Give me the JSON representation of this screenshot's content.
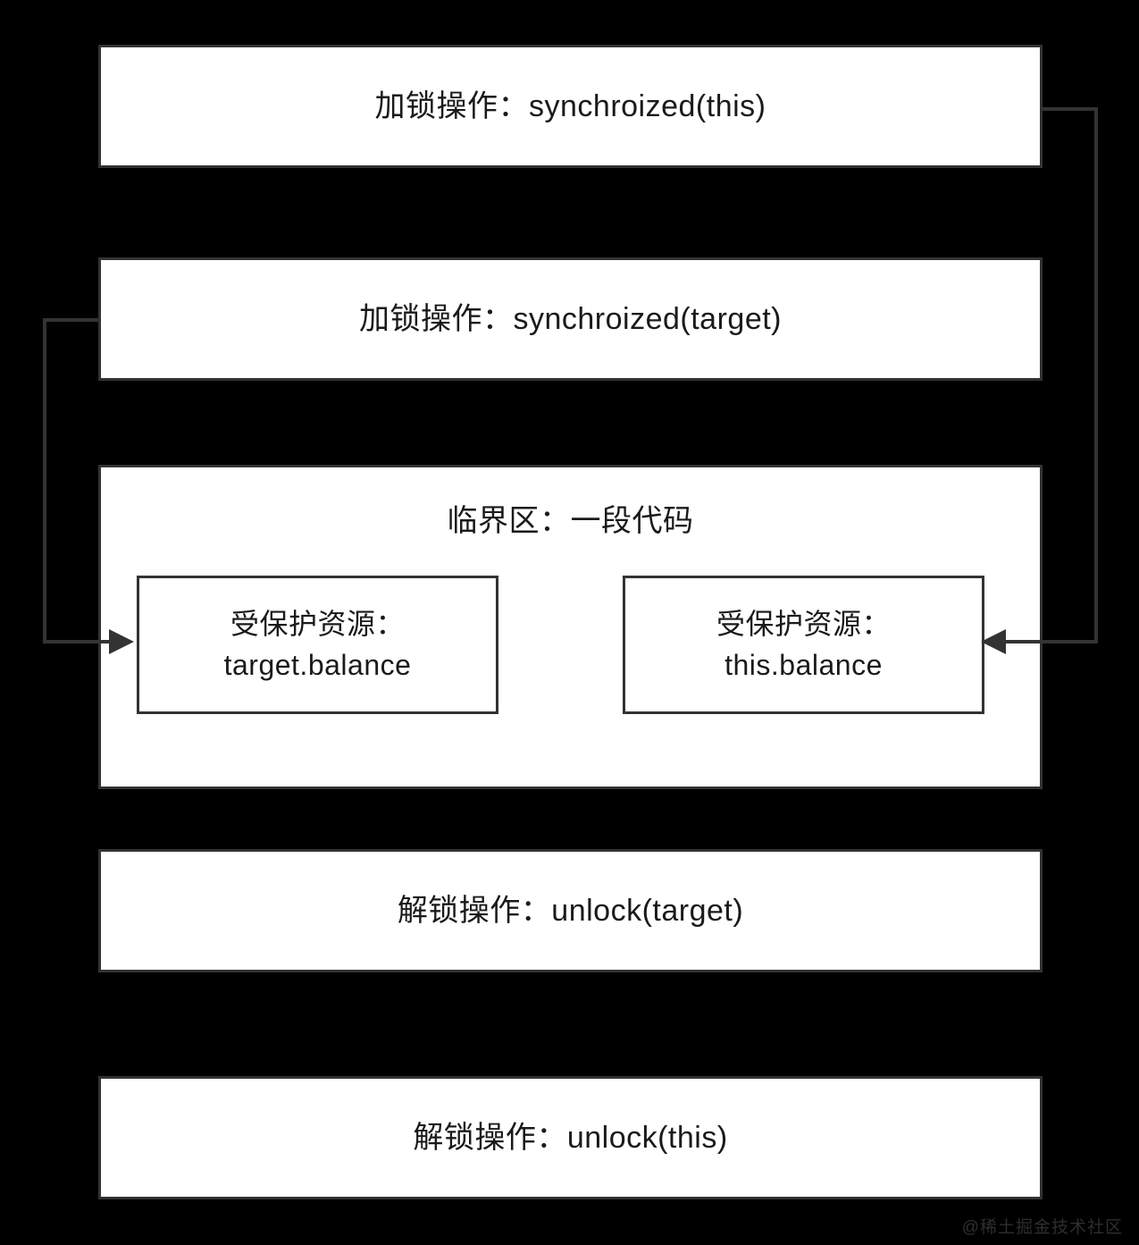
{
  "diagram": {
    "background_color": "#000000",
    "box_fill": "#ffffff",
    "stroke_color": "#333333",
    "text_color": "#1a1a1a",
    "steps": [
      {
        "id": "lock-this",
        "label": "加锁操作：synchroized(this)"
      },
      {
        "id": "lock-target",
        "label": "加锁操作：synchroized(target)"
      },
      {
        "id": "unlock-target",
        "label": "解锁操作：unlock(target)"
      },
      {
        "id": "unlock-this",
        "label": "解锁操作：unlock(this)"
      }
    ],
    "critical_section": {
      "title": "临界区：一段代码",
      "resources": [
        {
          "id": "target-balance",
          "line1": "受保护资源：",
          "line2": "target.balance"
        },
        {
          "id": "this-balance",
          "line1": "受保护资源：",
          "line2": "this.balance"
        }
      ]
    },
    "connectors": [
      {
        "id": "this-lock-to-this-balance",
        "from": "lock-this",
        "to": "this-balance",
        "direction": "right-side-down-left-arrow"
      },
      {
        "id": "target-lock-to-target-balance",
        "from": "lock-target",
        "to": "target-balance",
        "direction": "left-side-down-right-arrow"
      }
    ]
  },
  "watermark": {
    "text": "@稀土掘金技术社区"
  }
}
